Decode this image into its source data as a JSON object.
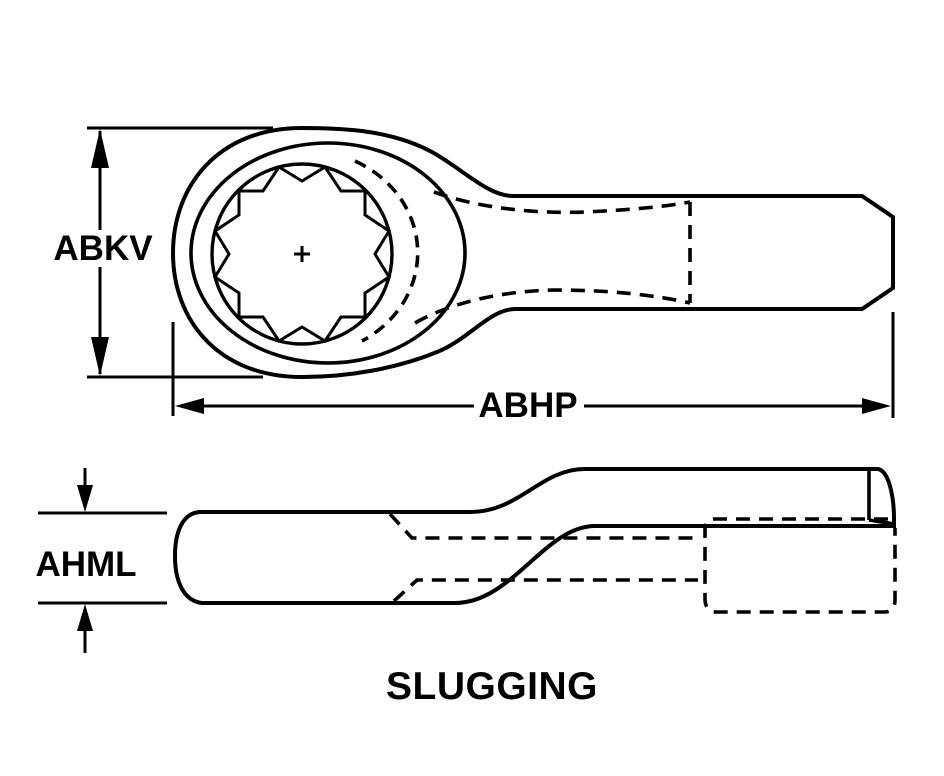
{
  "diagram": {
    "title": "SLUGGING",
    "dimensions": {
      "ring_outside": "ABKV",
      "overall_length": "ABHP",
      "head_thickness": "AHML"
    },
    "colors": {
      "line": "#000000",
      "background": "#ffffff"
    }
  }
}
